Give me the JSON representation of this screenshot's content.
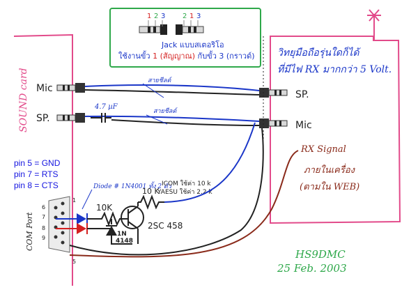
{
  "title_box": {
    "jack_left_numbers": [
      "1",
      "2",
      "3"
    ],
    "jack_right_numbers": [
      "2",
      "1",
      "3"
    ],
    "jack_type": "Jack แบบสเตอริโอ",
    "usage_prefix": "ใช้งานขั้ว",
    "usage_pin1": "1 (สัญญาณ)",
    "usage_mid": "กับขั้ว",
    "usage_pin3": "3 (กราวด์)"
  },
  "radio_box": {
    "line1": "วิทยุมือถือรุ่นใดก็ได้",
    "line2": "ที่มีไฟ RX มากกว่า 5 Volt."
  },
  "labels": {
    "sound_card": "SOUND card",
    "mic_left": "Mic",
    "sp_left": "SP.",
    "sp_right": "SP.",
    "mic_right": "Mic",
    "shield_top": "สายชีลด์",
    "shield_mid": "สายชีลด์",
    "capacitor": "4.7 µF",
    "diode": "Diode # 1N4001 ทั้ง 2 ตัว",
    "com_port": "COM Port",
    "resistor_10k": "10K",
    "resistor_10k_right": "10 K",
    "icom": "ICOM ใช้ค่า 10 k",
    "yaesu": "YAESU ใช้ค่า 2.2 k",
    "diode_1n4148": "1N\n4148",
    "transistor": "2SC 458",
    "rx_signal": "RX Signal",
    "rx_inside": "ภายในเครื่อง",
    "rx_web": "(ตามใน WEB)",
    "author": "HS9DMC",
    "date": "25 Feb. 2003",
    "pin_numbers": [
      "6",
      "7",
      "8",
      "9",
      "1",
      "5"
    ]
  },
  "pin_info": [
    "pin 5 = GND",
    "pin 7 = RTS",
    "pin 8 = CTS"
  ],
  "colors": {
    "pink": "#e24a8a",
    "green": "#2ea84a",
    "blue": "#1a36c8",
    "dark": "#222222",
    "brown": "#8a2a1a",
    "red": "#d42020"
  }
}
